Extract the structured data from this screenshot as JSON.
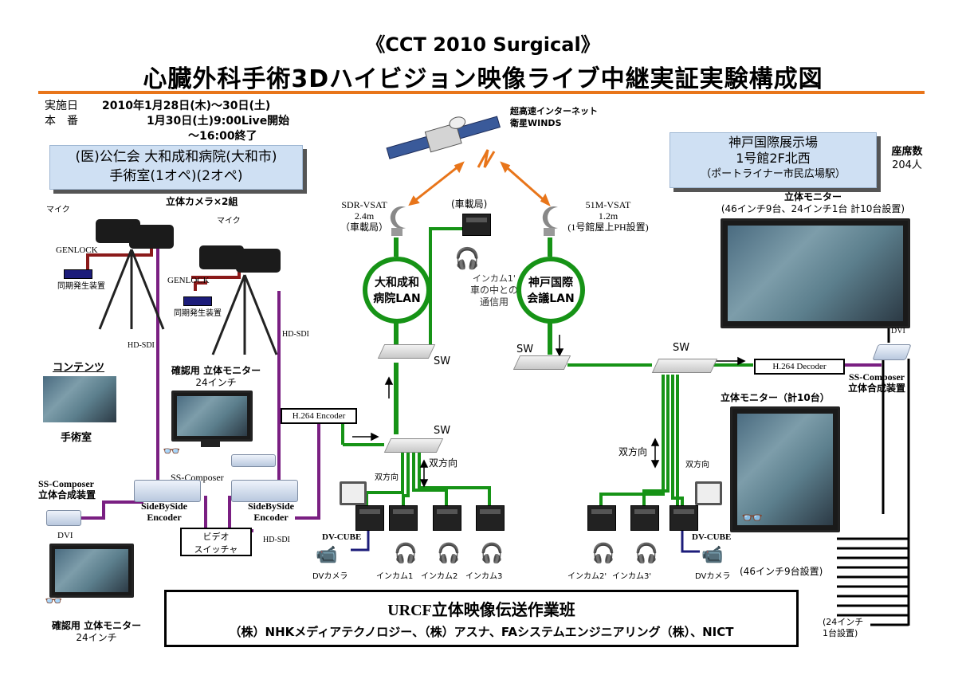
{
  "title": {
    "line1": "《CCT 2010 Surgical》",
    "line2": "心臓外科手術3Dハイビジョン映像ライブ中継実証実験構成図"
  },
  "schedule": {
    "row1_label": "実施日",
    "row1_value": "2010年1月28日(木)～30日(土)",
    "row2_label": "本　番",
    "row2_value": "1月30日(土)9:00Live開始",
    "row3_value": "～16:00終了"
  },
  "hospital_box": {
    "line1": "(医)公仁会 大和成和病院(大和市)",
    "line2": "手術室(1オペ)(2オペ)"
  },
  "venue_box": {
    "line1": "神戸国際展示場",
    "line2": "1号館2F北西",
    "line3": "（ポートライナー市民広場駅）"
  },
  "seats": {
    "label": "座席数",
    "value": "204人"
  },
  "satellite": {
    "line1": "超高速インターネット",
    "line2": "衛星WINDS"
  },
  "sdr_vsat": {
    "line1": "SDR-VSAT",
    "line2": "2.4m",
    "line3": "（車載局）"
  },
  "m51_vsat": {
    "line1": "51M-VSAT",
    "line2": "1.2m",
    "line3": "(1号館屋上PH設置)"
  },
  "vehicle_station": "(車載局)",
  "incom1": {
    "line1": "インカム1'",
    "line2": "車の中との",
    "line3": "通信用"
  },
  "lan_left": {
    "line1": "大和成和",
    "line2": "病院LAN"
  },
  "lan_right": {
    "line1": "神戸国際",
    "line2": "会議LAN"
  },
  "sw": "SW",
  "cameras_label": "立体カメラ×2組",
  "mic": "マイク",
  "genlock": "GENLOCK",
  "sync_gen": "同期発生装置",
  "hdsdi": "HD-SDI",
  "contents": {
    "title": "コンテンツ",
    "caption": "手術室"
  },
  "check_monitor": {
    "line1": "確認用 立体モニター",
    "line2": "24インチ"
  },
  "ss_composer": "SS-Composer",
  "ss_composer_device": {
    "line1": "SS-Composer",
    "line2": "立体合成装置"
  },
  "sbs_encoder": {
    "line1": "SideBySide",
    "line2": "Encoder"
  },
  "video_switcher": {
    "line1": "ビデオ",
    "line2": "スイッチャ"
  },
  "dvi": "DVI",
  "h264_encoder": "H.264 Encoder",
  "h264_decoder": "H.264 Decoder",
  "bidir": "双方向",
  "dv_cube": "DV-CUBE",
  "dv_camera": "DVカメラ",
  "incoms_left": [
    "インカム1",
    "インカム2",
    "インカム3"
  ],
  "incoms_right": [
    "インカム2'",
    "インカム3'"
  ],
  "venue_monitor": {
    "line1": "立体モニター",
    "line2": "(46インチ9台、24インチ1台 計10台設置)"
  },
  "venue_monitor2": "立体モニター（計10台）",
  "install_46": "(46インチ9台設置)",
  "install_24": {
    "line1": "(24インチ",
    "line2": "1台設置)"
  },
  "team": {
    "title": "URCF立体映像伝送作業班",
    "members": "（株）NHKメディアテクノロジー、（株）アスナ、FAシステムエンジニアリング（株）、NICT"
  },
  "colors": {
    "orange": "#e8751a",
    "green": "#169316",
    "purple": "#7a1f82",
    "maroon": "#8b1a1a",
    "navy": "#1c1c7a",
    "lightblue": "#cfe0f3"
  }
}
